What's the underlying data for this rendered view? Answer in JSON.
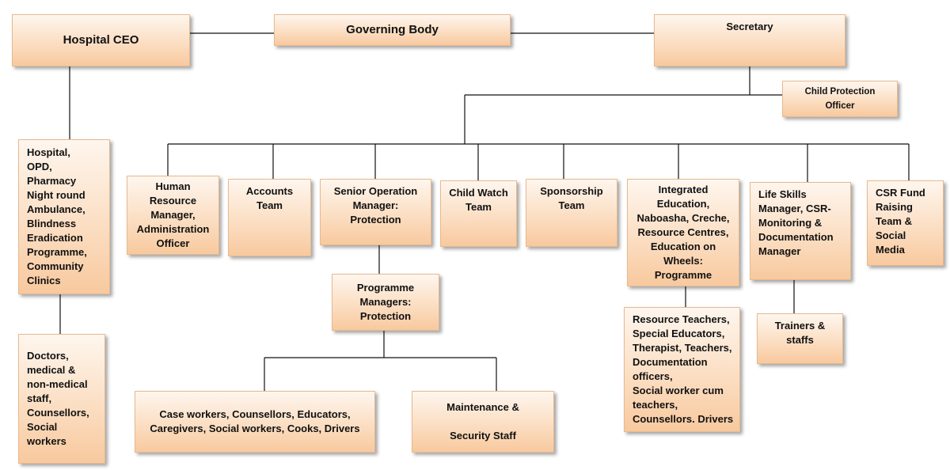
{
  "boxes": {
    "governing_body": "Governing Body",
    "hospital_ceo": "Hospital CEO",
    "secretary": "Secretary",
    "child_protection_officer": "Child Protection\nOfficer",
    "hospital_services": "Hospital,\nOPD,\nPharmacy\nNight round\nAmbulance,\nBlindness\nEradication\nProgramme,\nCommunity\nClinics",
    "doctors_staff": "Doctors,\nmedical &\nnon-medical\nstaff,\nCounsellors,\nSocial\nworkers",
    "hr_manager": "Human\nResource\nManager,\nAdministration\nOfficer",
    "accounts_team": "Accounts\nTeam",
    "senior_operation_manager": "Senior Operation\nManager:\nProtection",
    "child_watch_team": "Child Watch\nTeam",
    "sponsorship_team": "Sponsorship\nTeam",
    "integrated_education": "Integrated\nEducation,\nNaboasha, Creche,\nResource Centres,\nEducation on\nWheels:\nProgramme",
    "life_skills_manager": "Life Skills\nManager, CSR-\nMonitoring &\nDocumentation\nManager",
    "csr_fund_raising": "CSR Fund\nRaising\nTeam &\nSocial\nMedia",
    "programme_managers": "Programme\nManagers:\nProtection",
    "case_workers": "Case workers, Counsellors, Educators,\nCaregivers, Social workers, Cooks, Drivers",
    "maintenance_security": "Maintenance &\n\nSecurity Staff",
    "resource_teachers": "Resource Teachers,\nSpecial Educators,\nTherapist, Teachers,\nDocumentation\nofficers,\nSocial worker cum\nteachers,\nCounsellors. Drivers",
    "trainers_staffs": "Trainers &\nstaffs"
  }
}
